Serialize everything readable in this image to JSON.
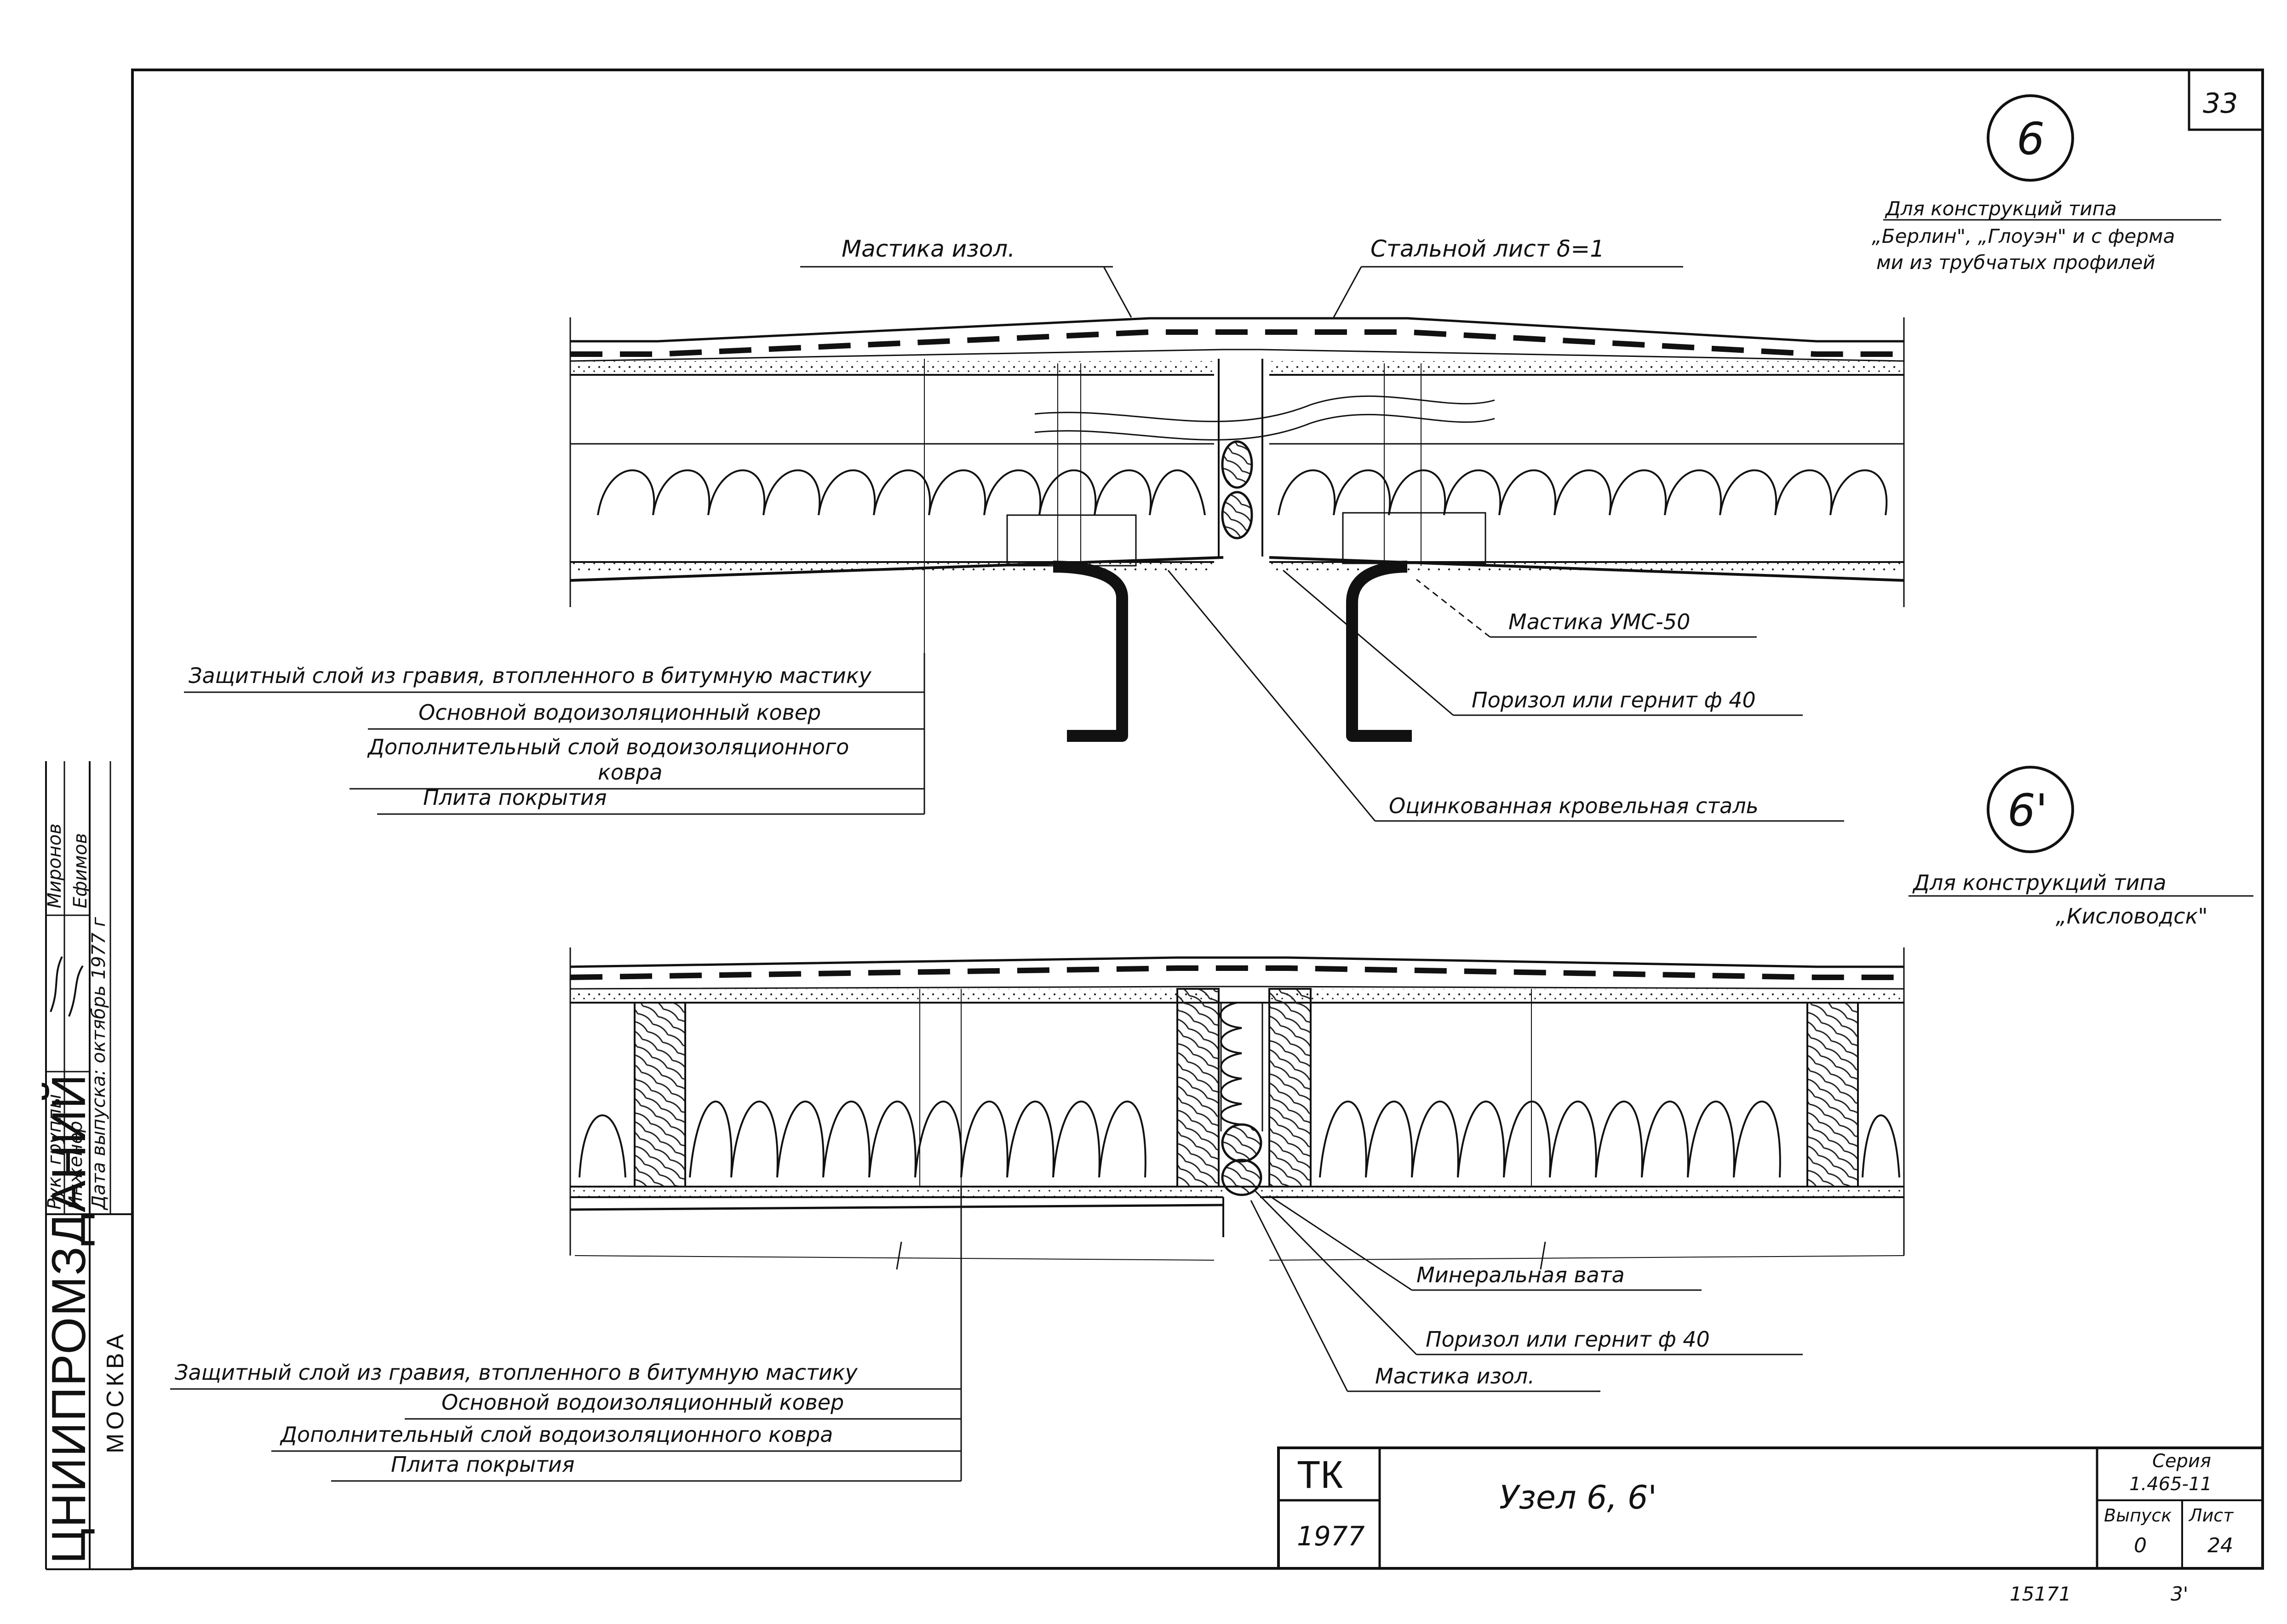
{
  "sheet": {
    "page_number": "33",
    "bottom_code_left": "15171",
    "bottom_code_right": "3'"
  },
  "node6": {
    "marker": "6",
    "note_lines": [
      "Для конструкций типа",
      "„Берлин\", „Глоуэн\" и с ферма",
      "ми из трубчатых профилей"
    ],
    "callouts": {
      "mastic_top": "Мастика изол.",
      "steel_sheet": "Стальной лист δ=1",
      "mastic_ums": "Мастика УМС-50",
      "porizol": "Поризол или гернит ф 40",
      "galvanized": "Оцинкованная кровельная сталь"
    },
    "layers": [
      "Защитный слой из гравия, втопленного в битумную мастику",
      "Основной водоизоляционный ковер",
      "Дополнительный слой водоизоляционного",
      "ковра",
      "Плита покрытия"
    ]
  },
  "node6prime": {
    "marker": "6'",
    "note_lines": [
      "Для конструкций типа",
      "„Кисловодск\""
    ],
    "callouts": {
      "mineral_wool": "Минеральная вата",
      "porizol": "Поризол или гернит ф 40",
      "mastic": "Мастика изол."
    },
    "layers": [
      "Защитный слой из гравия, втопленного в битумную мастику",
      "Основной водоизоляционный ковер",
      "Дополнительный слой водоизоляционного ковра",
      "Плита покрытия"
    ]
  },
  "title_block": {
    "code": "ТК",
    "year": "1977",
    "title": "Узел 6, 6'",
    "series_label": "Серия",
    "series_value": "1.465-11",
    "issue_label": "Выпуск",
    "issue_value": "0",
    "sheet_label": "Лист",
    "sheet_value": "24"
  },
  "stamp": {
    "org": "ЦНИИПРОМЗДАНИЙ",
    "city": "МОСКВА",
    "roles": [
      "Рук. группы",
      "Инженер",
      "Дата выпуска: октябрь 1977 г"
    ],
    "names": [
      "Миронов",
      "Ефимов"
    ]
  }
}
